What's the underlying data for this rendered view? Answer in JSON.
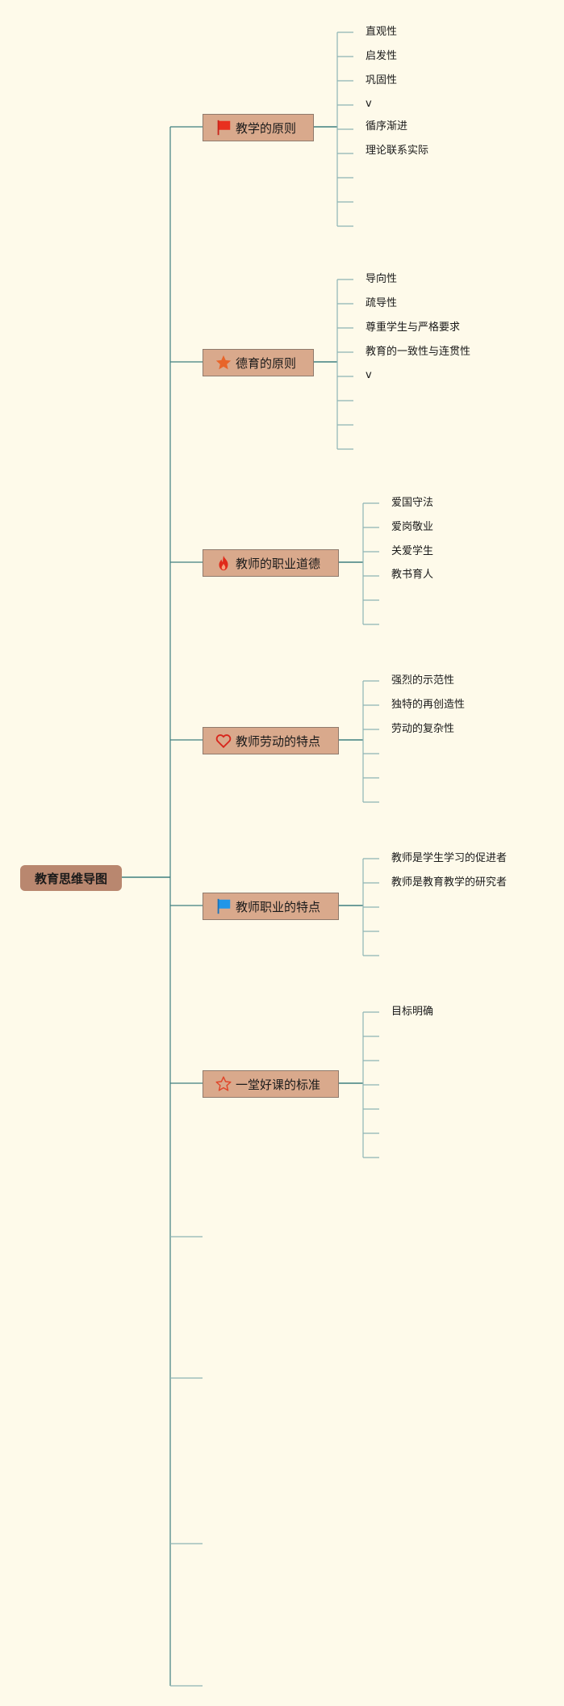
{
  "colors": {
    "background": "#FEFAEA",
    "root_fill": "#B9876F",
    "branch_fill": "#D9A98C",
    "connector": "#3F7F7F",
    "leaf_connector": "#8DB5B5"
  },
  "mindmap": {
    "root": "教育思维导图",
    "branches": [
      {
        "label": "教学的原则",
        "icon": "red-flag-icon",
        "leaves": [
          "直观性",
          "启发性",
          "巩固性",
          "v",
          "循序渐进",
          "理论联系实际",
          "",
          "",
          ""
        ]
      },
      {
        "label": "德育的原则",
        "icon": "orange-star-icon",
        "leaves": [
          "导向性",
          "疏导性",
          "尊重学生与严格要求",
          "教育的一致性与连贯性",
          "v",
          "",
          "",
          ""
        ]
      },
      {
        "label": "教师的职业道德",
        "icon": "fire-icon",
        "leaves": [
          "爱国守法",
          "爱岗敬业",
          "关爱学生",
          "教书育人",
          "",
          ""
        ]
      },
      {
        "label": "教师劳动的特点",
        "icon": "heart-outline-icon",
        "leaves": [
          "强烈的示范性",
          "独特的再创造性",
          "劳动的复杂性",
          "",
          "",
          ""
        ]
      },
      {
        "label": "教师职业的特点",
        "icon": "blue-flag-icon",
        "leaves": [
          "教师是学生学习的促进者",
          "教师是教育教学的研究者",
          "",
          "",
          ""
        ]
      },
      {
        "label": "一堂好课的标准",
        "icon": "star-outline-icon",
        "leaves": [
          "目标明确",
          "",
          "",
          "",
          "",
          "",
          ""
        ]
      }
    ],
    "empty_branch_count": 4
  }
}
